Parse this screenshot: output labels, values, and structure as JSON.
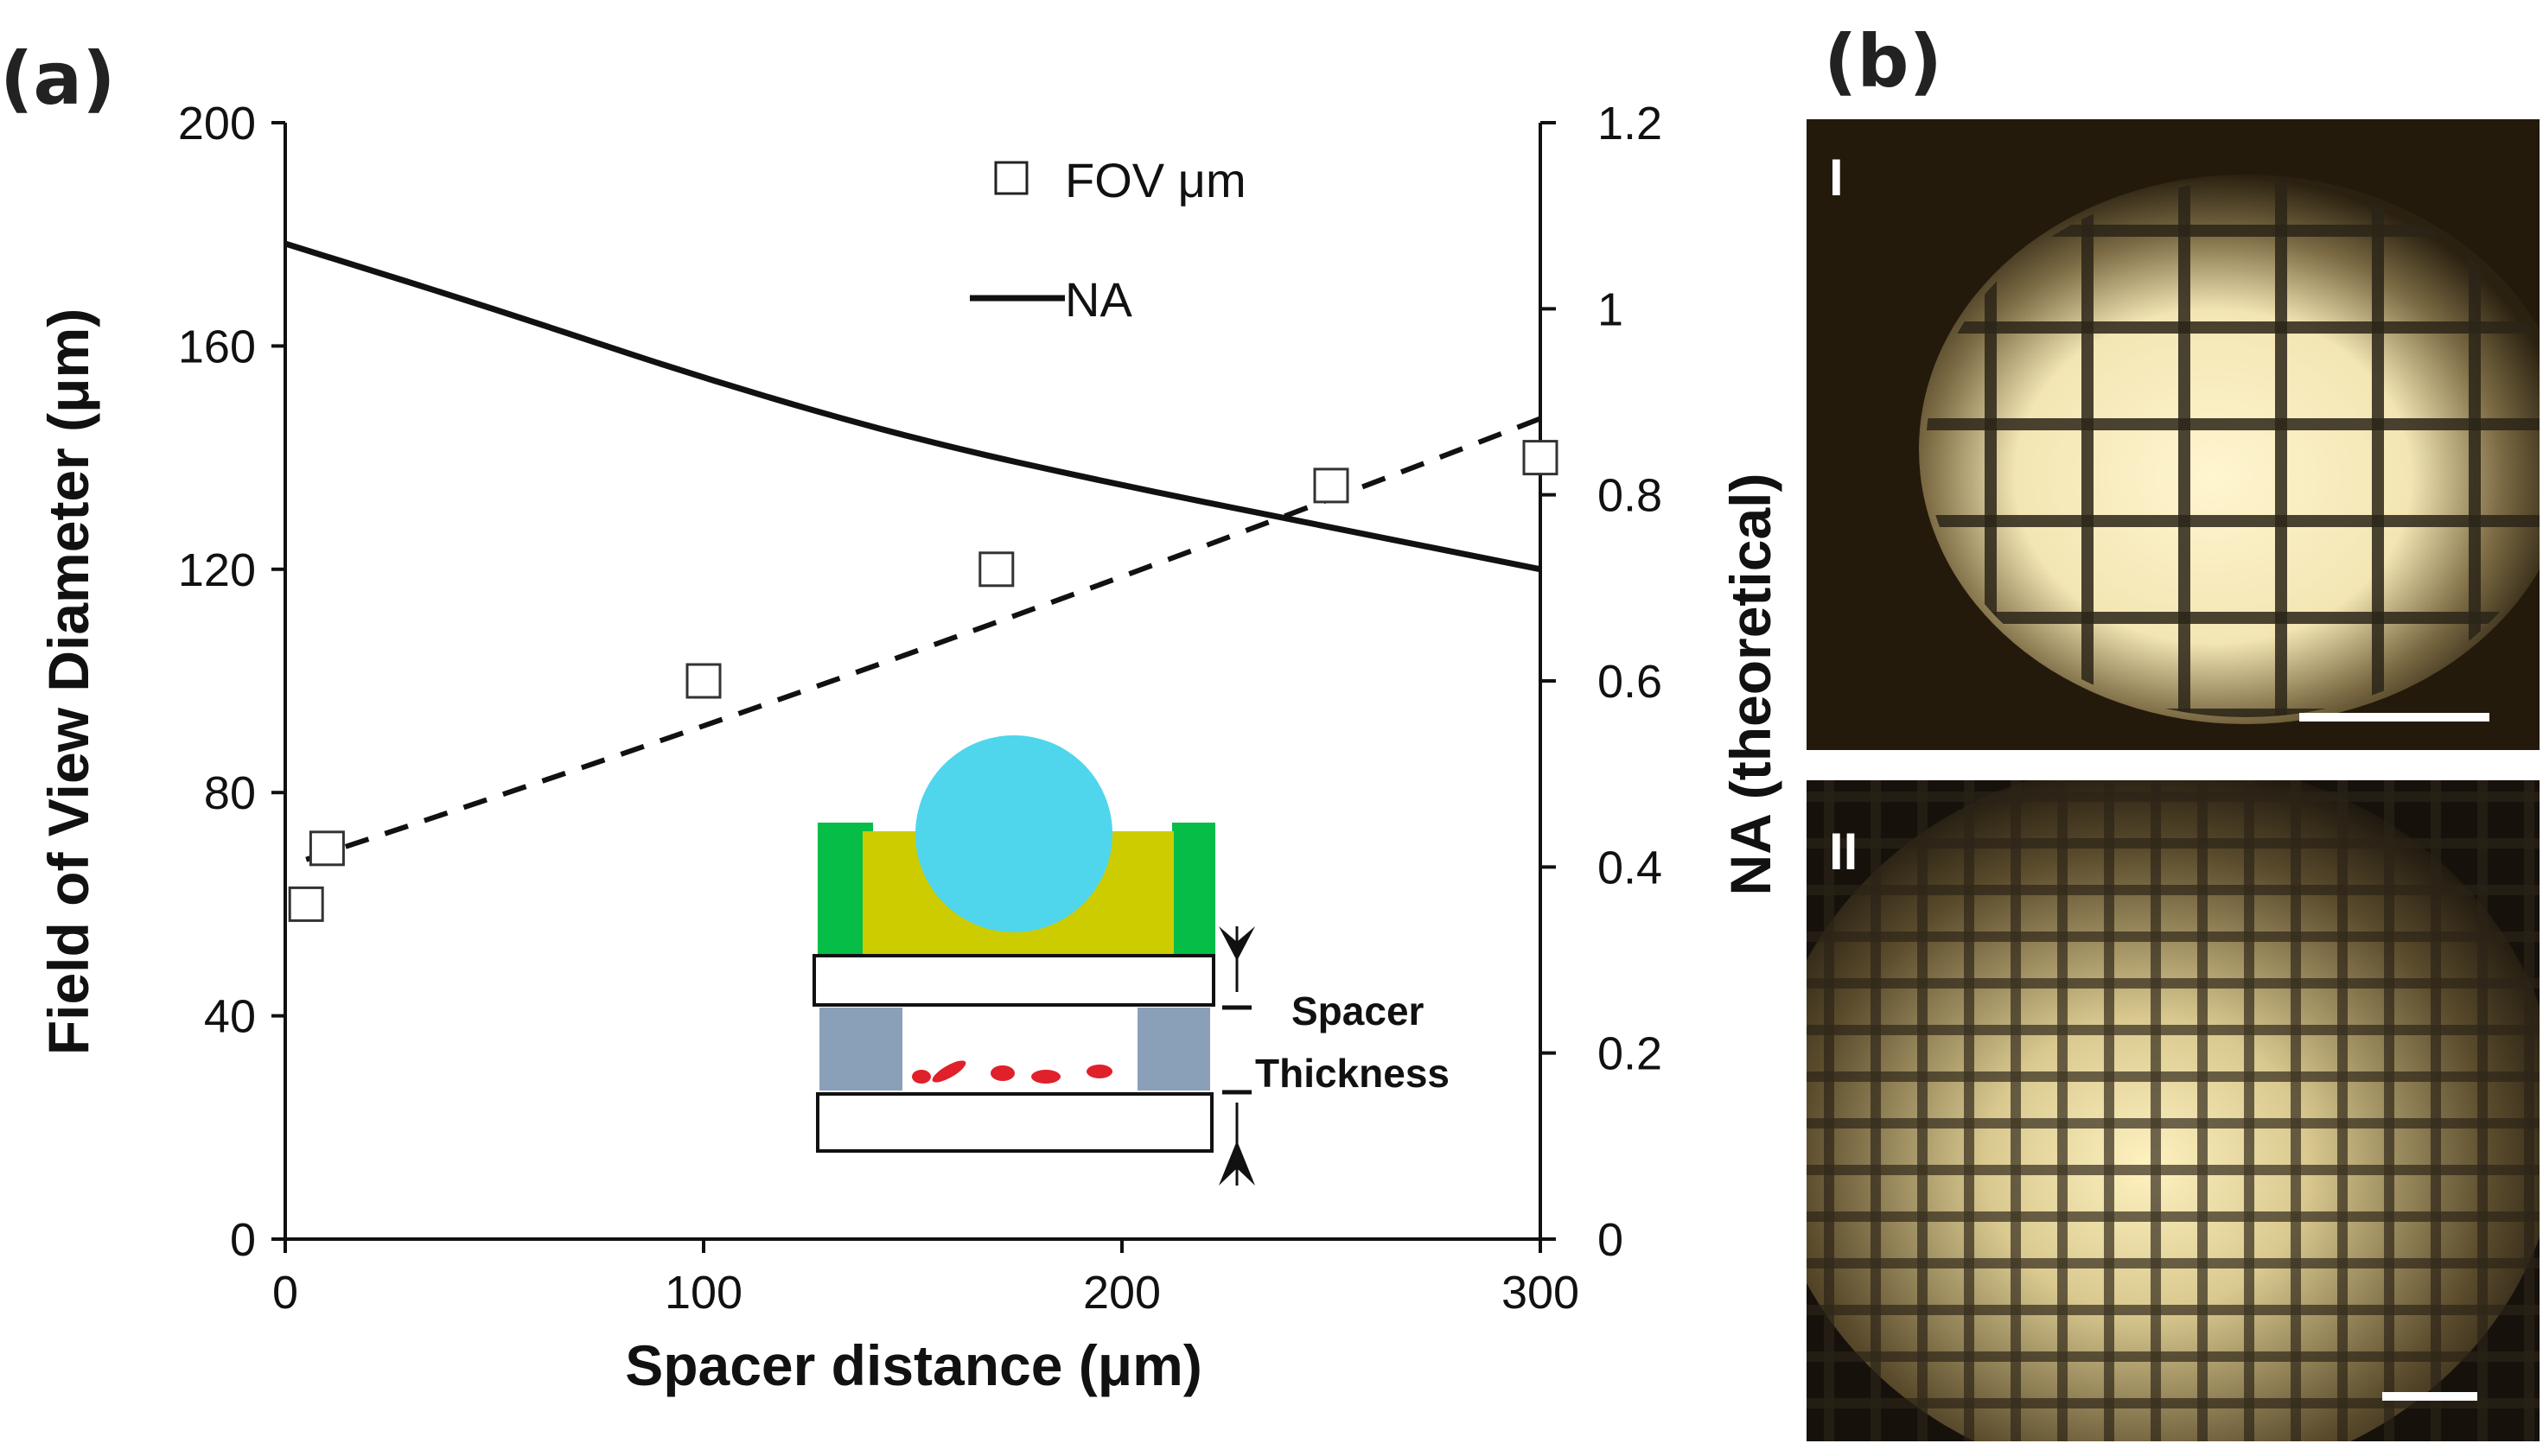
{
  "panels": {
    "a_label": "(a)",
    "b_label": "(b)",
    "b_image_I_label": "I",
    "b_image_II_label": "II"
  },
  "chart_data": {
    "type": "scatter",
    "x": {
      "label": "Spacer distance (μm)",
      "range": [
        0,
        300
      ],
      "ticks": [
        0,
        100,
        200,
        300
      ]
    },
    "y_left": {
      "label": "Field of View Diameter (μm)",
      "range": [
        0,
        200
      ],
      "ticks": [
        0,
        40,
        80,
        120,
        160,
        200
      ]
    },
    "y_right": {
      "label": "NA (theoretical)",
      "range": [
        0,
        1.2
      ],
      "ticks": [
        0,
        0.2,
        0.4,
        0.6,
        0.8,
        1.0,
        1.2
      ],
      "tick_labels": [
        "0",
        "0.2",
        "0.4",
        "0.6",
        "0.8",
        "1",
        "1.2"
      ]
    },
    "series": [
      {
        "name": "FOV μm",
        "kind": "markers",
        "marker": "open-square",
        "axis": "left",
        "points": [
          [
            5,
            60
          ],
          [
            10,
            70
          ],
          [
            100,
            100
          ],
          [
            170,
            120
          ],
          [
            250,
            135
          ],
          [
            300,
            140
          ]
        ],
        "trendline": {
          "style": "dashed",
          "from": [
            5,
            68
          ],
          "to": [
            300,
            147
          ]
        }
      },
      {
        "name": "NA",
        "kind": "line",
        "style": "solid",
        "axis": "right",
        "points": [
          [
            0,
            1.07
          ],
          [
            50,
            1.0
          ],
          [
            100,
            0.925
          ],
          [
            150,
            0.86
          ],
          [
            200,
            0.81
          ],
          [
            250,
            0.765
          ],
          [
            300,
            0.72
          ]
        ]
      }
    ],
    "legend": {
      "placement": "top-center"
    },
    "grid": false
  },
  "inset": {
    "label_line1": "Spacer",
    "label_line2": "Thickness"
  },
  "colors": {
    "lens": "#4fd6ec",
    "holder_green": "#06bd48",
    "holder_yellow": "#cccc00",
    "spacer": "#8aa0b8",
    "sample": "#e0202a",
    "micrograph_bg": "#231a0c",
    "micrograph_glow": "#fff1c2"
  }
}
